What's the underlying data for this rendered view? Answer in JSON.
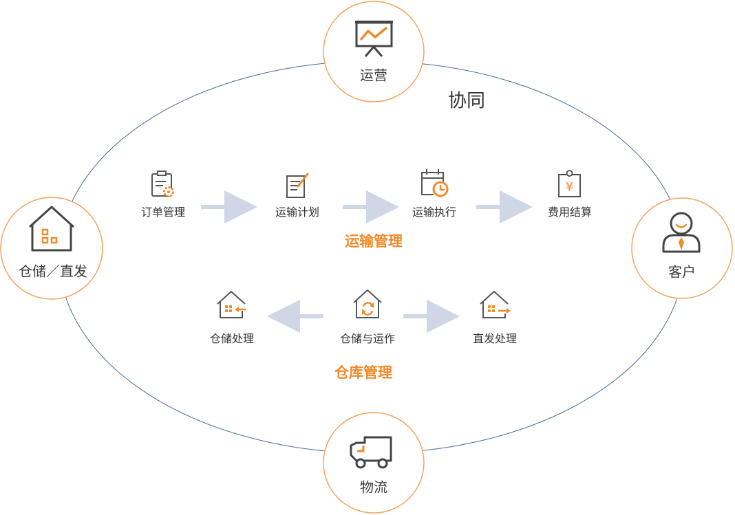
{
  "diagram": {
    "collab_label": "协同",
    "nodes": {
      "ops": {
        "label": "运营",
        "icon": "presentation-chart-icon"
      },
      "warehouse": {
        "label": "仓储／直发",
        "icon": "house-icon"
      },
      "customer": {
        "label": "客户",
        "icon": "customer-icon"
      },
      "logistics": {
        "label": "物流",
        "icon": "truck-icon"
      }
    },
    "transport": {
      "title": "运输管理",
      "steps": [
        {
          "label": "订单管理",
          "icon": "clipboard-gear-icon"
        },
        {
          "label": "运输计划",
          "icon": "document-pen-icon"
        },
        {
          "label": "运输执行",
          "icon": "calendar-clock-icon"
        },
        {
          "label": "费用结算",
          "icon": "yen-bill-icon"
        }
      ]
    },
    "storage": {
      "title": "仓库管理",
      "steps": [
        {
          "label": "仓储处理",
          "icon": "warehouse-inbound-icon"
        },
        {
          "label": "仓储与运作",
          "icon": "warehouse-cycle-icon"
        },
        {
          "label": "直发处理",
          "icon": "warehouse-outbound-icon"
        }
      ]
    },
    "colors": {
      "accent": "#f08a2a",
      "node_border": "#f5a35a",
      "ellipse": "#4a6a90",
      "arrow": "#cfd6e6",
      "icon_dark": "#444444"
    }
  }
}
